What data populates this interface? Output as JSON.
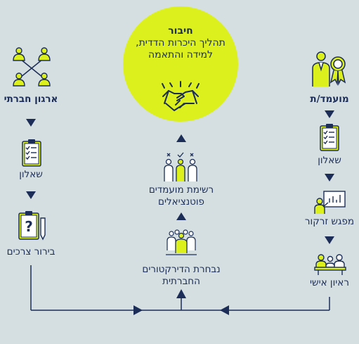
{
  "center": {
    "title": "חיבור",
    "line1": "תהליך היכרות הדדית,",
    "line2": "למידה והתאמה"
  },
  "left": {
    "org": "ארגון חברתי",
    "questionnaire": "שאלון",
    "needs": "בירור צרכים"
  },
  "middle": {
    "candidates_line1": "רשימת מועמדים",
    "candidates_line2": "פוטנציאלים",
    "board_line1": "נבחרת הדירקטורים",
    "board_line2": "החברתית"
  },
  "right": {
    "candidate": "מועמד/ת",
    "questionnaire": "שאלון",
    "focused_meeting": "מפגש זרקור",
    "interview": "ראיון אישי"
  },
  "colors": {
    "background": "#d5dfe2",
    "navy": "#1c2e57",
    "accent": "#dcf01d"
  }
}
